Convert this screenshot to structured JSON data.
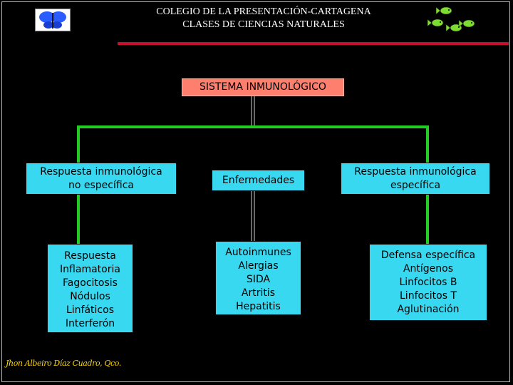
{
  "header": {
    "line1": "COLEGIO DE LA PRESENTACIÓN-CARTAGENA",
    "line2": "CLASES DE CIENCIAS NATURALES"
  },
  "logo": {
    "icon": "butterfly-icon"
  },
  "decoration": {
    "icon": "fish-icon"
  },
  "colors": {
    "background": "#000000",
    "node": "#38d8f0",
    "root": "#ff7f6f",
    "connector": "#22cc22",
    "rule": "#c8102e",
    "author": "#ffd700"
  },
  "diagram": {
    "root": {
      "label": "SISTEMA INMUNOLÓGICO"
    },
    "branches": [
      {
        "label": [
          "Respuesta inmunológica",
          "no específica"
        ],
        "detail": [
          "Respuesta",
          "Inflamatoria",
          "Fagocitosis",
          "Nódulos",
          "Linfáticos",
          "Interferón"
        ]
      },
      {
        "label": [
          "Enfermedades"
        ],
        "detail": [
          "Autoinmunes",
          "Alergias",
          "SIDA",
          "Artritis",
          "Hepatitis"
        ]
      },
      {
        "label": [
          "Respuesta inmunológica",
          "específica"
        ],
        "detail": [
          "Defensa específica",
          "Antígenos",
          "Linfocitos B",
          "Linfocitos T",
          "Aglutinación"
        ]
      }
    ]
  },
  "footer": {
    "author": "Jhon Albeiro Díaz Cuadro, Qco."
  }
}
